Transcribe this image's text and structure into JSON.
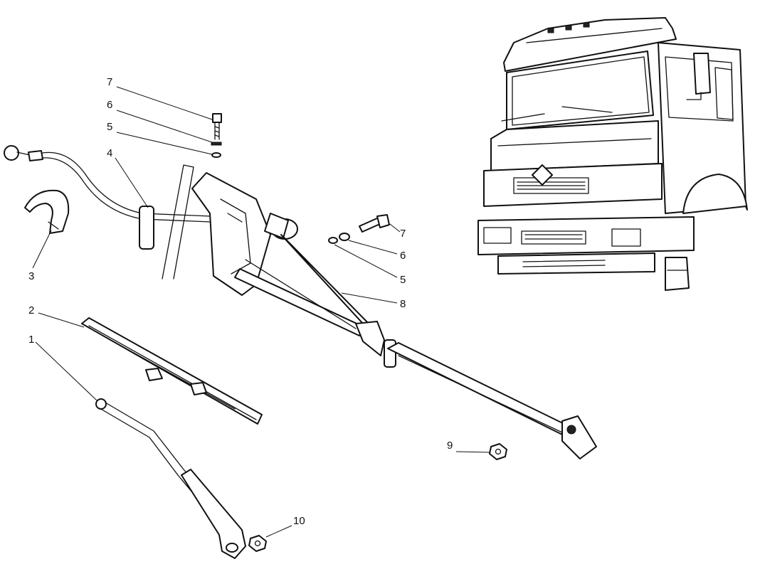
{
  "callouts": [
    {
      "id": "c7a",
      "text": "7"
    },
    {
      "id": "c6a",
      "text": "6"
    },
    {
      "id": "c5a",
      "text": "5"
    },
    {
      "id": "c4",
      "text": "4"
    },
    {
      "id": "c3",
      "text": "3"
    },
    {
      "id": "c2",
      "text": "2"
    },
    {
      "id": "c1",
      "text": "1"
    },
    {
      "id": "c7b",
      "text": "7"
    },
    {
      "id": "c6b",
      "text": "6"
    },
    {
      "id": "c5b",
      "text": "5"
    },
    {
      "id": "c8",
      "text": "8"
    },
    {
      "id": "c9",
      "text": "9"
    },
    {
      "id": "c10",
      "text": "10"
    }
  ]
}
